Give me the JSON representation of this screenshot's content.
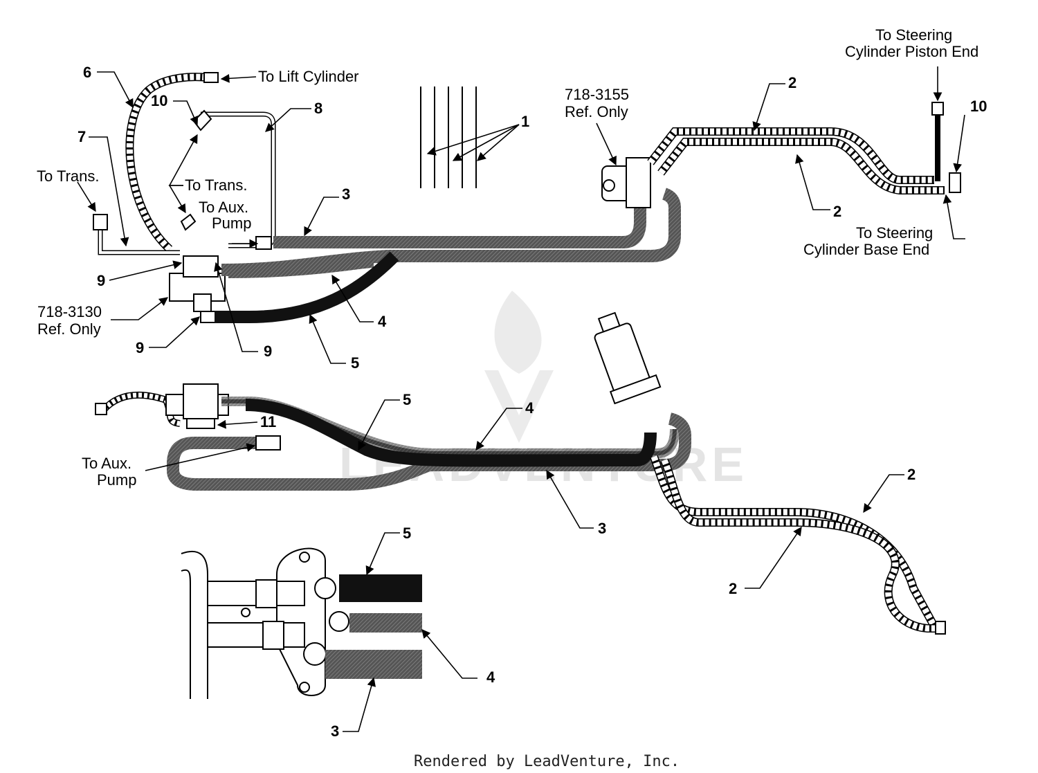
{
  "top_section": {
    "to_lift_cylinder": "To Lift Cylinder",
    "to_trans_left": "To Trans.",
    "to_trans_mid": "To Trans.",
    "to_aux_pump": [
      "To Aux.",
      "Pump"
    ],
    "valve_ref": [
      "718-3130",
      "Ref. Only"
    ],
    "motor_ref": [
      "718-3155",
      "Ref. Only"
    ],
    "to_steering_piston": [
      "To Steering",
      "Cylinder Piston End"
    ],
    "to_steering_base": [
      "To Steering",
      "Cylinder Base End"
    ],
    "callouts": {
      "c6": "6",
      "c10a": "10",
      "c8": "8",
      "c7": "7",
      "c1": "1",
      "c2a": "2",
      "c2b": "2",
      "c10b": "10",
      "c3": "3",
      "c9a": "9",
      "c4": "4",
      "c9b": "9",
      "c9c": "9",
      "c5": "5"
    }
  },
  "middle_section": {
    "to_aux_pump": [
      "To Aux.",
      "Pump"
    ],
    "callouts": {
      "c11": "11",
      "c5": "5",
      "c4": "4",
      "c3": "3",
      "c2a": "2",
      "c2b": "2"
    }
  },
  "detail_section": {
    "callouts": {
      "c5": "5",
      "c4": "4",
      "c3": "3"
    }
  },
  "watermark": "LEADVENTURE",
  "footer": "Rendered by LeadVenture, Inc."
}
